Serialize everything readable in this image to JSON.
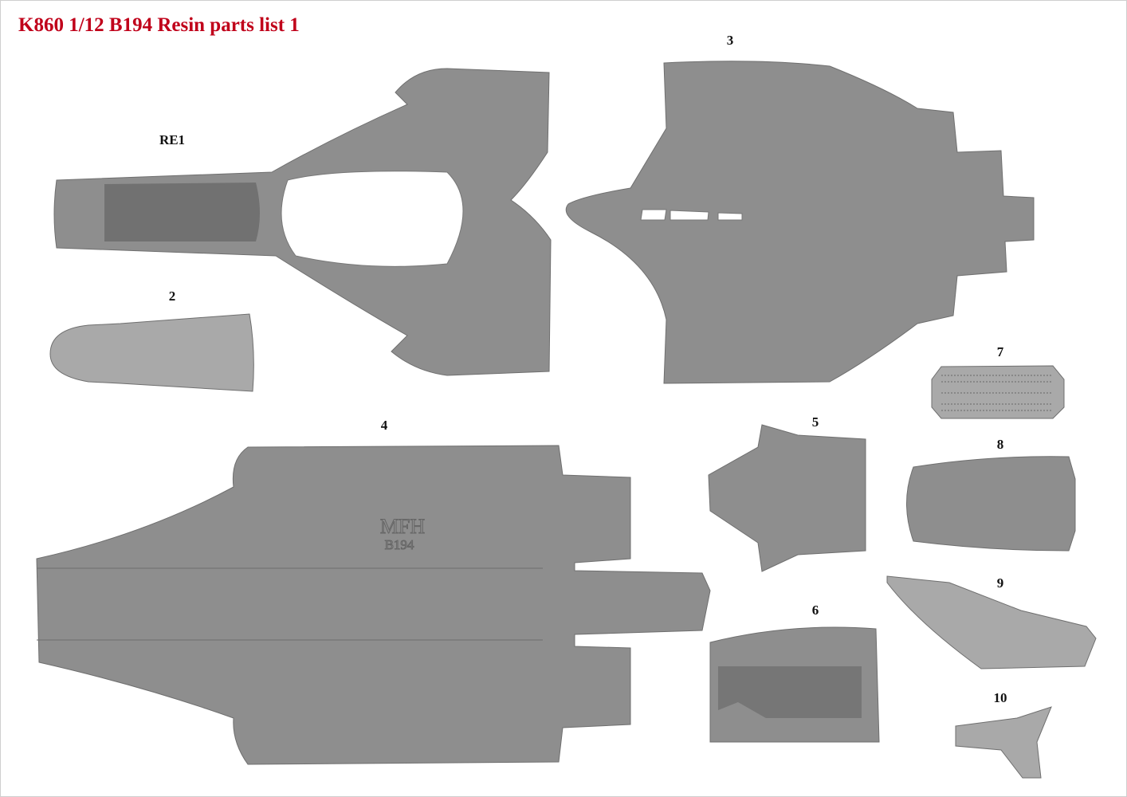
{
  "title": "K860  1/12  B194  Resin parts list 1",
  "colors": {
    "title": "#c0001a",
    "part": "#8e8e8e",
    "background": "#ffffff"
  },
  "parts": [
    {
      "label": "RE1"
    },
    {
      "label": "2"
    },
    {
      "label": "3"
    },
    {
      "label": "4",
      "embossing": [
        "MFH",
        "B194"
      ]
    },
    {
      "label": "5"
    },
    {
      "label": "6"
    },
    {
      "label": "7"
    },
    {
      "label": "8"
    },
    {
      "label": "9"
    },
    {
      "label": "10"
    }
  ]
}
